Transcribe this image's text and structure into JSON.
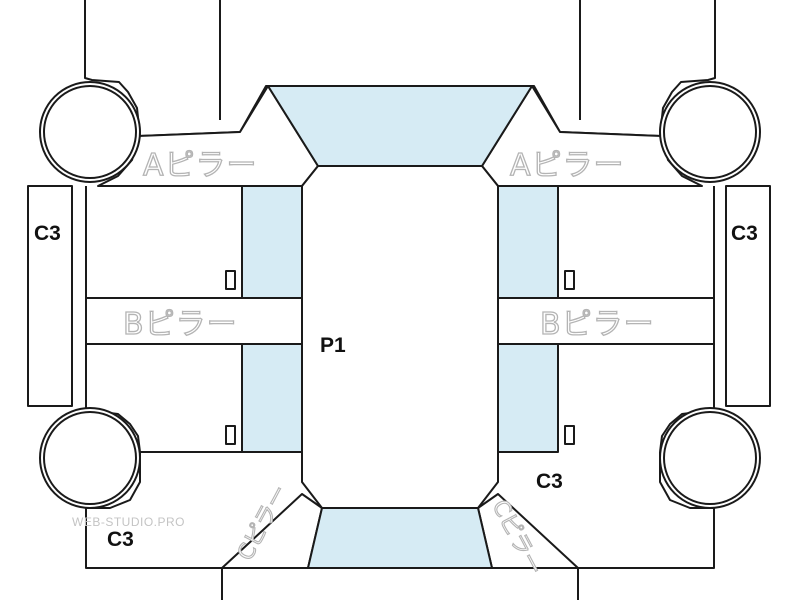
{
  "labels": {
    "a_pillar": "Aピラー",
    "b_pillar": "Bピラー",
    "c_pillar": "Cピラー",
    "c3": "C3",
    "p1": "P1"
  },
  "watermark": "WEB-STUDIO.PRO"
}
